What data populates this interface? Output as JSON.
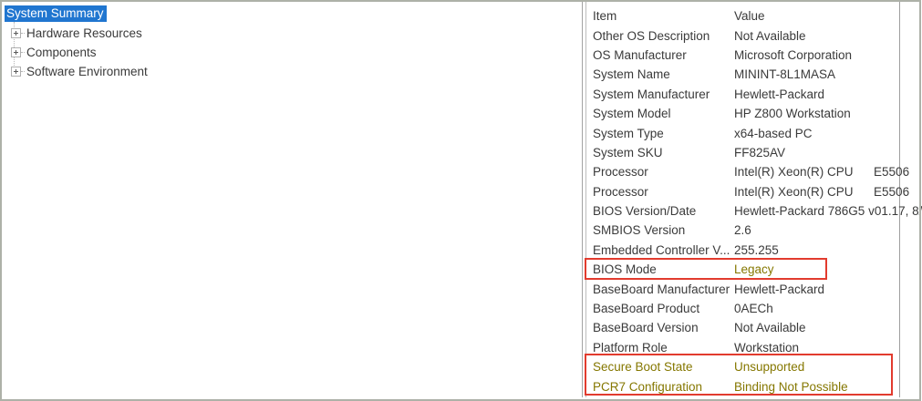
{
  "tree": {
    "selected_label": "System Summary",
    "items": [
      {
        "label": "Hardware Resources"
      },
      {
        "label": "Components"
      },
      {
        "label": "Software Environment"
      }
    ]
  },
  "list": {
    "headers": {
      "item": "Item",
      "value": "Value"
    },
    "rows": [
      {
        "item": "Other OS Description",
        "value": "Not Available"
      },
      {
        "item": "OS Manufacturer",
        "value": "Microsoft Corporation"
      },
      {
        "item": "System Name",
        "value": "MININT-8L1MASA"
      },
      {
        "item": "System Manufacturer",
        "value": "Hewlett-Packard"
      },
      {
        "item": "System Model",
        "value": "HP Z800 Workstation"
      },
      {
        "item": "System Type",
        "value": "x64-based PC"
      },
      {
        "item": "System SKU",
        "value": "FF825AV"
      },
      {
        "item": "Processor",
        "value": "Intel(R) Xeon(R) CPU      E5506"
      },
      {
        "item": "Processor",
        "value": "Intel(R) Xeon(R) CPU      E5506"
      },
      {
        "item": "BIOS Version/Date",
        "value": "Hewlett-Packard 786G5 v01.17, 8/"
      },
      {
        "item": "SMBIOS Version",
        "value": "2.6"
      },
      {
        "item": "Embedded Controller V...",
        "value": "255.255"
      },
      {
        "item": "BIOS Mode",
        "value": "Legacy",
        "emphasis": "value"
      },
      {
        "item": "BaseBoard Manufacturer",
        "value": "Hewlett-Packard"
      },
      {
        "item": "BaseBoard Product",
        "value": "0AECh"
      },
      {
        "item": "BaseBoard Version",
        "value": "Not Available"
      },
      {
        "item": "Platform Role",
        "value": "Workstation"
      },
      {
        "item": "Secure Boot State",
        "value": "Unsupported",
        "emphasis": "row"
      },
      {
        "item": "PCR7 Configuration",
        "value": "Binding Not Possible",
        "emphasis": "row"
      }
    ]
  },
  "annotations": {
    "boxes": [
      {
        "name": "bios-mode-annotation-box"
      },
      {
        "name": "secure-boot-annotation-box"
      }
    ]
  },
  "colors": {
    "selection_bg": "#2076d0",
    "selection_fg": "#ffffff",
    "text": "#3a3a3a",
    "emphasis_text": "#857700",
    "annotation_red": "#e23b2e"
  }
}
